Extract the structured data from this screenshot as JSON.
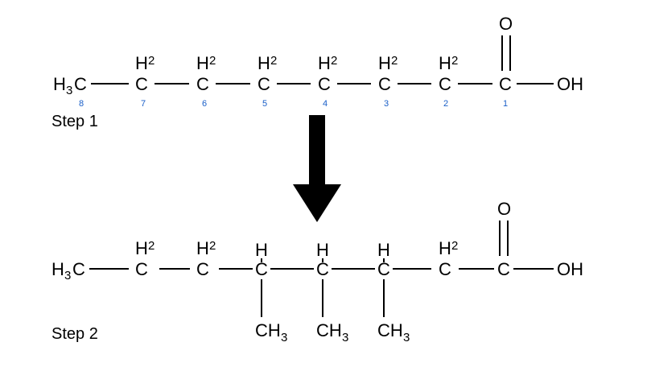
{
  "step1": {
    "label": "Step 1",
    "chain": [
      {
        "text": "C",
        "h": "H",
        "hsub": "2",
        "num": "7"
      },
      {
        "text": "C",
        "h": "H",
        "hsub": "2",
        "num": "6"
      },
      {
        "text": "C",
        "h": "H",
        "hsub": "2",
        "num": "5"
      },
      {
        "text": "C",
        "h": "H",
        "hsub": "2",
        "num": "4"
      },
      {
        "text": "C",
        "h": "H",
        "hsub": "2",
        "num": "3"
      },
      {
        "text": "C",
        "h": "H",
        "hsub": "2",
        "num": "2"
      }
    ],
    "terminal": {
      "h": "H",
      "sub": "3",
      "c": "C",
      "num": "8"
    },
    "carbonyl": {
      "c": "C",
      "o": "O",
      "oh": "OH",
      "num": "1"
    }
  },
  "step2": {
    "label": "Step 2",
    "chain": [
      {
        "text": "C",
        "h": "H",
        "hsub": "2"
      },
      {
        "text": "C",
        "h": "H",
        "hsub": "2"
      },
      {
        "text": "C",
        "h": "H",
        "methyl": "CH",
        "msub": "3"
      },
      {
        "text": "C",
        "h": "H",
        "methyl": "CH",
        "msub": "3"
      },
      {
        "text": "C",
        "h": "H",
        "methyl": "CH",
        "msub": "3"
      },
      {
        "text": "C",
        "h": "H",
        "hsub": "2"
      }
    ],
    "terminal": {
      "h": "H",
      "sub": "3",
      "c": "C"
    },
    "carbonyl": {
      "c": "C",
      "o": "O",
      "oh": "OH"
    }
  },
  "arrow": {
    "direction": "down",
    "color": "#000000"
  },
  "colors": {
    "numbering": "#1a5fc8",
    "ink": "#000000"
  }
}
